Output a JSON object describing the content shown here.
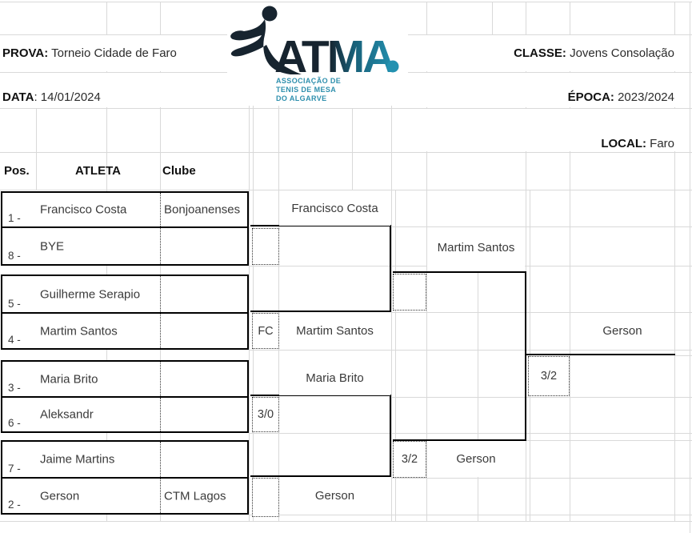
{
  "header": {
    "prova_label": "PROVA:",
    "prova_value": " Torneio Cidade de Faro",
    "data_label": "DATA",
    "data_value": ": 14/01/2024",
    "classe_label": "CLASSE:",
    "classe_value": " Jovens Consolação",
    "epoca_label": "ÉPOCA:",
    "epoca_value": " 2023/2024",
    "local_label": "LOCAL:",
    "local_value": " Faro"
  },
  "logo": {
    "acronym": "ATMA",
    "org_lines": [
      "ASSOCIAÇÃO DE",
      "TENIS DE MESA",
      "DO ALGARVE"
    ],
    "colors": {
      "navy": "#17242f",
      "teal": "#2391b0"
    }
  },
  "columns": {
    "pos": "Pos.",
    "atleta": "ATLETA",
    "clube": "Clube"
  },
  "bracket": {
    "round1": [
      {
        "pos": "1 -",
        "name": "Francisco Costa",
        "club": "Bonjoanenses"
      },
      {
        "pos": "8 -",
        "name": "BYE",
        "club": ""
      },
      {
        "pos": "5 -",
        "name": "Guilherme Serapio",
        "club": ""
      },
      {
        "pos": "4 -",
        "name": "Martim Santos",
        "club": ""
      },
      {
        "pos": "3 -",
        "name": "Maria Brito",
        "club": ""
      },
      {
        "pos": "6 -",
        "name": "Aleksandr",
        "club": ""
      },
      {
        "pos": "7 -",
        "name": "Jaime Martins",
        "club": ""
      },
      {
        "pos": "2 -",
        "name": "Gerson",
        "club": "CTM Lagos"
      }
    ],
    "quarterfinals": [
      {
        "winner": "Francisco Costa",
        "score": ""
      },
      {
        "winner": "Martim Santos",
        "score": "FC"
      },
      {
        "winner": "Maria Brito",
        "score": "3/0"
      },
      {
        "winner": "Gerson",
        "score": ""
      }
    ],
    "semifinals": [
      {
        "winner": "Martim Santos",
        "score": ""
      },
      {
        "winner": "Gerson",
        "score": "3/2"
      }
    ],
    "final": {
      "winner": "Gerson",
      "score": "3/2"
    }
  }
}
